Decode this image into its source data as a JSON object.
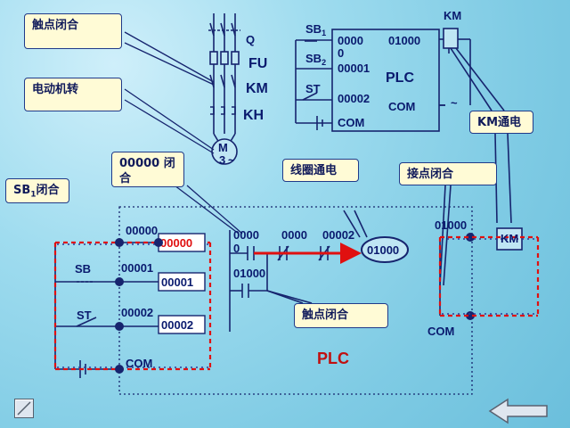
{
  "callouts": {
    "contact_closed": "触点闭合",
    "motor_running": "电动机转",
    "sb1_closed_prefix": "SB",
    "sb1_closed_sub": "1",
    "sb1_closed_suffix": "闭合",
    "addr_00000_closed": "00000 闭合",
    "coil_energized": "线圈通电",
    "contact_closed_right": "接点闭合",
    "km_energized": "KM通电",
    "contact_closed_bottom": "触点闭合"
  },
  "power_circuit": {
    "q": "Q",
    "fu": "FU",
    "km": "KM",
    "kh": "KH",
    "motor_m": "M",
    "motor_3": "3",
    "tilde": "~"
  },
  "plc_block": {
    "sb1_label": "SB",
    "sb1_sub": "1",
    "sb2_label": "SB",
    "sb2_sub": "2",
    "st_label": "ST",
    "in0_line1": "0000",
    "in0_line2": "0",
    "in1": "00001",
    "in2": "00002",
    "com_left": "COM",
    "out0": "01000",
    "plc": "PLC",
    "com_right": "COM",
    "tilde": "~",
    "km": "KM"
  },
  "detail": {
    "addr_00000": "00000",
    "input_00000": "00000",
    "addr_00001": "00001",
    "input_00001": "00001",
    "addr_00002": "00002",
    "input_00002": "00002",
    "sb": "SB",
    "st": "ST",
    "com": "COM",
    "ladder_0000": "0000",
    "ladder_0": "0",
    "ladder_0000b": "0000",
    "ladder_00002": "00002",
    "coil_01000": "01000",
    "ladder_01000": "01000",
    "out_01000": "01000",
    "km_box": "KM",
    "com_right": "COM",
    "plc_label": "PLC"
  },
  "colors": {
    "wire": "#16246e",
    "highlight": "#e01010",
    "dashed": "#2a3a9a",
    "callout_bg": "#fffbd6"
  },
  "nav": {
    "prev_icon": "square-nav-icon",
    "back_icon": "left-arrow-icon"
  }
}
